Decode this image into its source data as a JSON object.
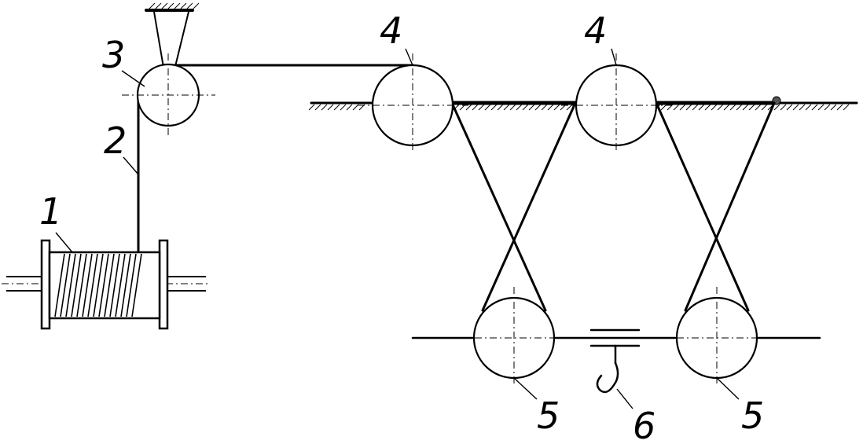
{
  "labels": {
    "drum": "1",
    "rope": "2",
    "guide_pulley": "3",
    "fixed_pulley_a": "4",
    "fixed_pulley_b": "4",
    "moving_pulley_a": "5",
    "moving_pulley_b": "5",
    "hook": "6"
  }
}
